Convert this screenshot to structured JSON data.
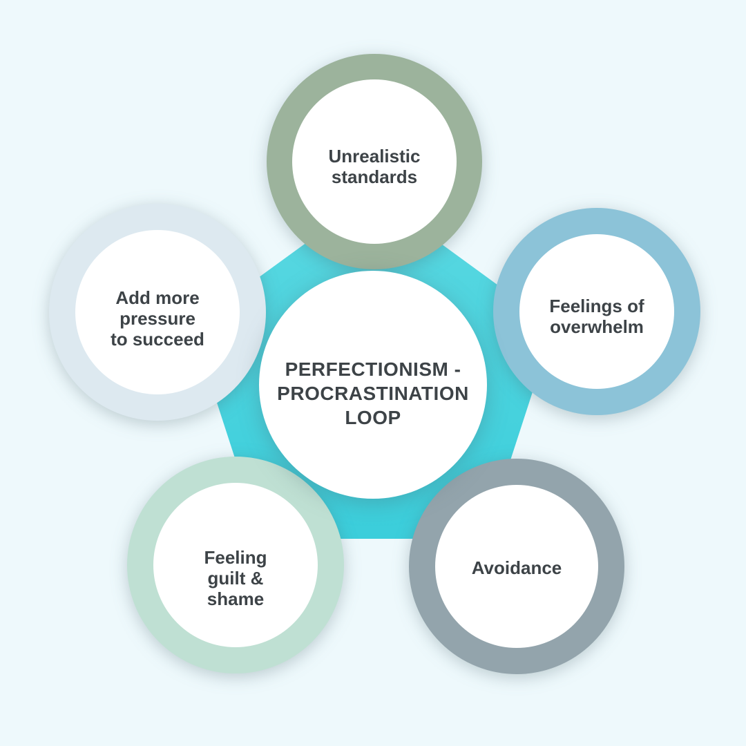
{
  "diagram": {
    "kind": "hub-and-spoke loop diagram",
    "hub": {
      "label": "PERFECTIONISM -\nPROCRASTINATION\nLOOP"
    },
    "nodes": [
      {
        "id": "unrealistic-standards",
        "label": "Unrealistic\nstandards",
        "ring_color": "#9cb39c"
      },
      {
        "id": "feelings-of-overwhelm",
        "label": "Feelings of\noverwhelm",
        "ring_color": "#8cc3d8"
      },
      {
        "id": "avoidance",
        "label": "Avoidance",
        "ring_color": "#93a4ac"
      },
      {
        "id": "feeling-guilt-shame",
        "label": "Feeling\nguilt &\nshame",
        "ring_color": "#bfe0d3"
      },
      {
        "id": "add-more-pressure",
        "label": "Add more\npressure\nto succeed",
        "ring_color": "#dde9f0"
      }
    ],
    "colors": {
      "background": "#eef9fc",
      "node_fill": "#ffffff",
      "text": "#3d4347",
      "spoke_teal_light": "#5ad8e1",
      "spoke_teal_dark": "#3bcedb"
    }
  }
}
